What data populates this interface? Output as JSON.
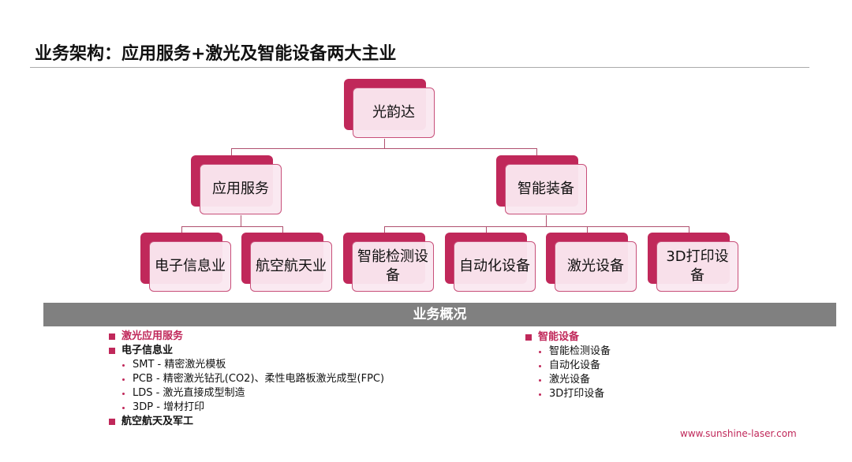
{
  "title": "业务架构：应用服务+激光及智能设备两大主业",
  "tree": {
    "root": "光韵达",
    "l2": [
      "应用服务",
      "智能装备"
    ],
    "l3": [
      "电子信息业",
      "航空航天业",
      "智能检测设备",
      "自动化设备",
      "激光设备",
      "3D打印设备"
    ]
  },
  "section_bar": "业务概况",
  "left": {
    "h1": "激光应用服务",
    "h2": "电子信息业",
    "items": [
      "SMT - 精密激光模板",
      "PCB - 精密激光钻孔(CO2)、柔性电路板激光成型(FPC)",
      "LDS - 激光直接成型制造",
      "3DP - 增材打印"
    ],
    "h3": "航空航天及军工"
  },
  "right": {
    "h1": "智能设备",
    "items": [
      "智能检测设备",
      "自动化设备",
      "激光设备",
      "3D打印设备"
    ]
  },
  "url": "www.sunshine-laser.com",
  "colors": {
    "accent": "#c0285a",
    "bar": "#808080"
  }
}
